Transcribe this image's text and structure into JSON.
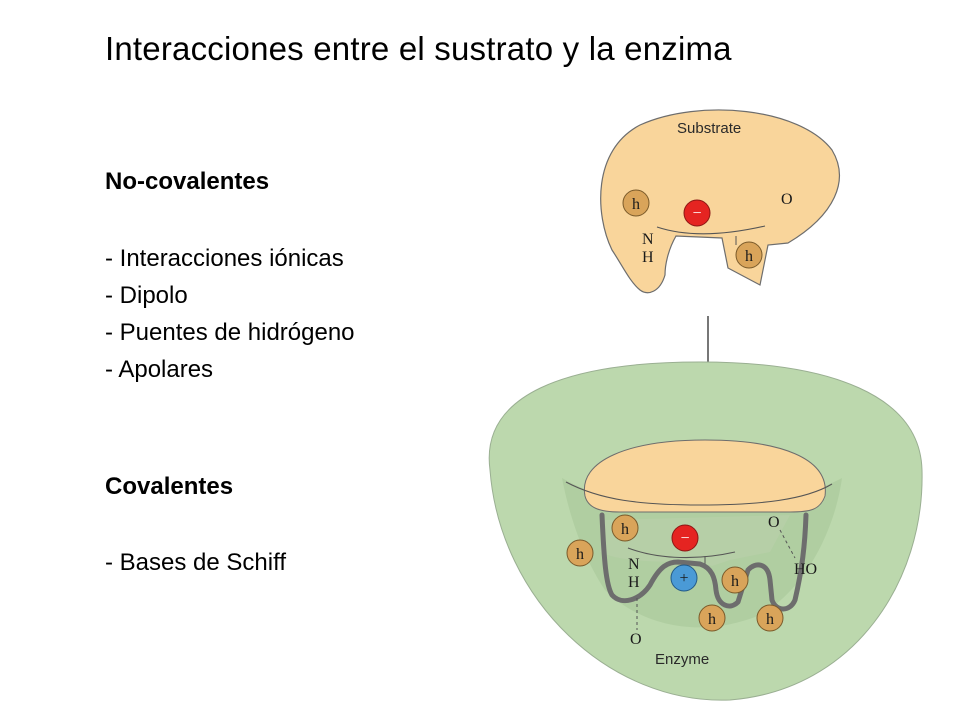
{
  "title": "Interacciones entre el sustrato y la enzima",
  "noncovalent": {
    "heading": "No-covalentes",
    "items": [
      "- Interacciones iónicas",
      "- Dipolo",
      "- Puentes de hidrógeno",
      "- Apolares"
    ]
  },
  "covalent": {
    "heading": "Covalentes",
    "items": [
      "- Bases de Schiff"
    ]
  },
  "diagram": {
    "substrate_label": "Substrate",
    "enzyme_label": "Enzyme",
    "hydrophobic_symbol": "h",
    "negative_symbol": "−",
    "positive_symbol": "+",
    "n_label": "N",
    "h_label": "H",
    "o_label": "O",
    "ho_label": "HO",
    "colors": {
      "substrate": "#f9d59b",
      "enzyme": "#bcd8ad",
      "hydrophobic": "#d9a45a",
      "negative": "#e52421",
      "positive": "#4a9ad6",
      "enzyme_surface": "#6d6d6d"
    }
  }
}
